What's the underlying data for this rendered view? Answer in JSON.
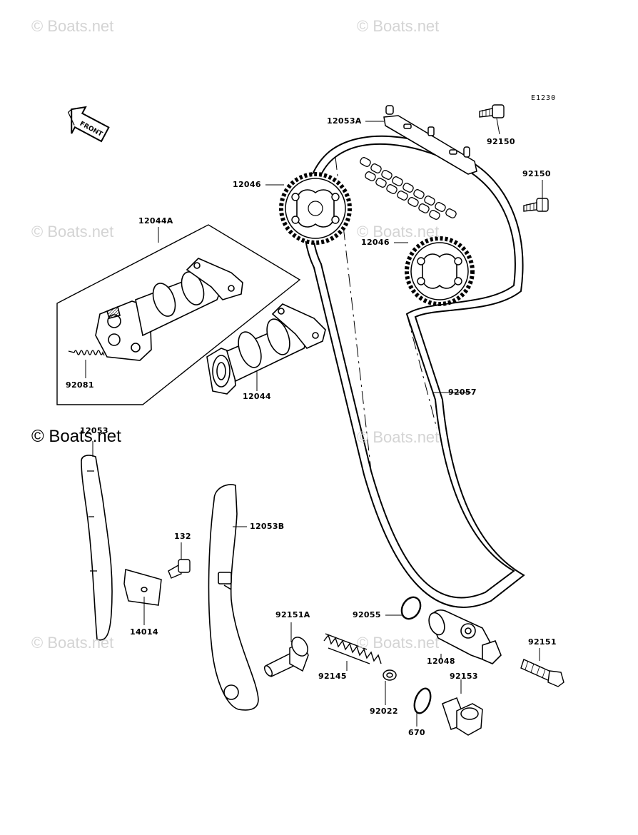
{
  "figure_code": "E1230",
  "front_label": "FRONT",
  "watermarks": {
    "faint": "© Boats.net",
    "strong": "© Boats.net"
  },
  "parts": {
    "p12053A": "12053A",
    "p92150_top": "92150",
    "p92150_mid": "92150",
    "p12046_top": "12046",
    "p12046_mid": "12046",
    "p12044A": "12044A",
    "p92081": "92081",
    "p12044": "12044",
    "p92057": "92057",
    "p12053": "12053",
    "p132": "132",
    "p12053B": "12053B",
    "p14014": "14014",
    "p92151A": "92151A",
    "p92055": "92055",
    "p12048": "12048",
    "p92151": "92151",
    "p92145": "92145",
    "p92153": "92153",
    "p92022": "92022",
    "p670": "670"
  }
}
